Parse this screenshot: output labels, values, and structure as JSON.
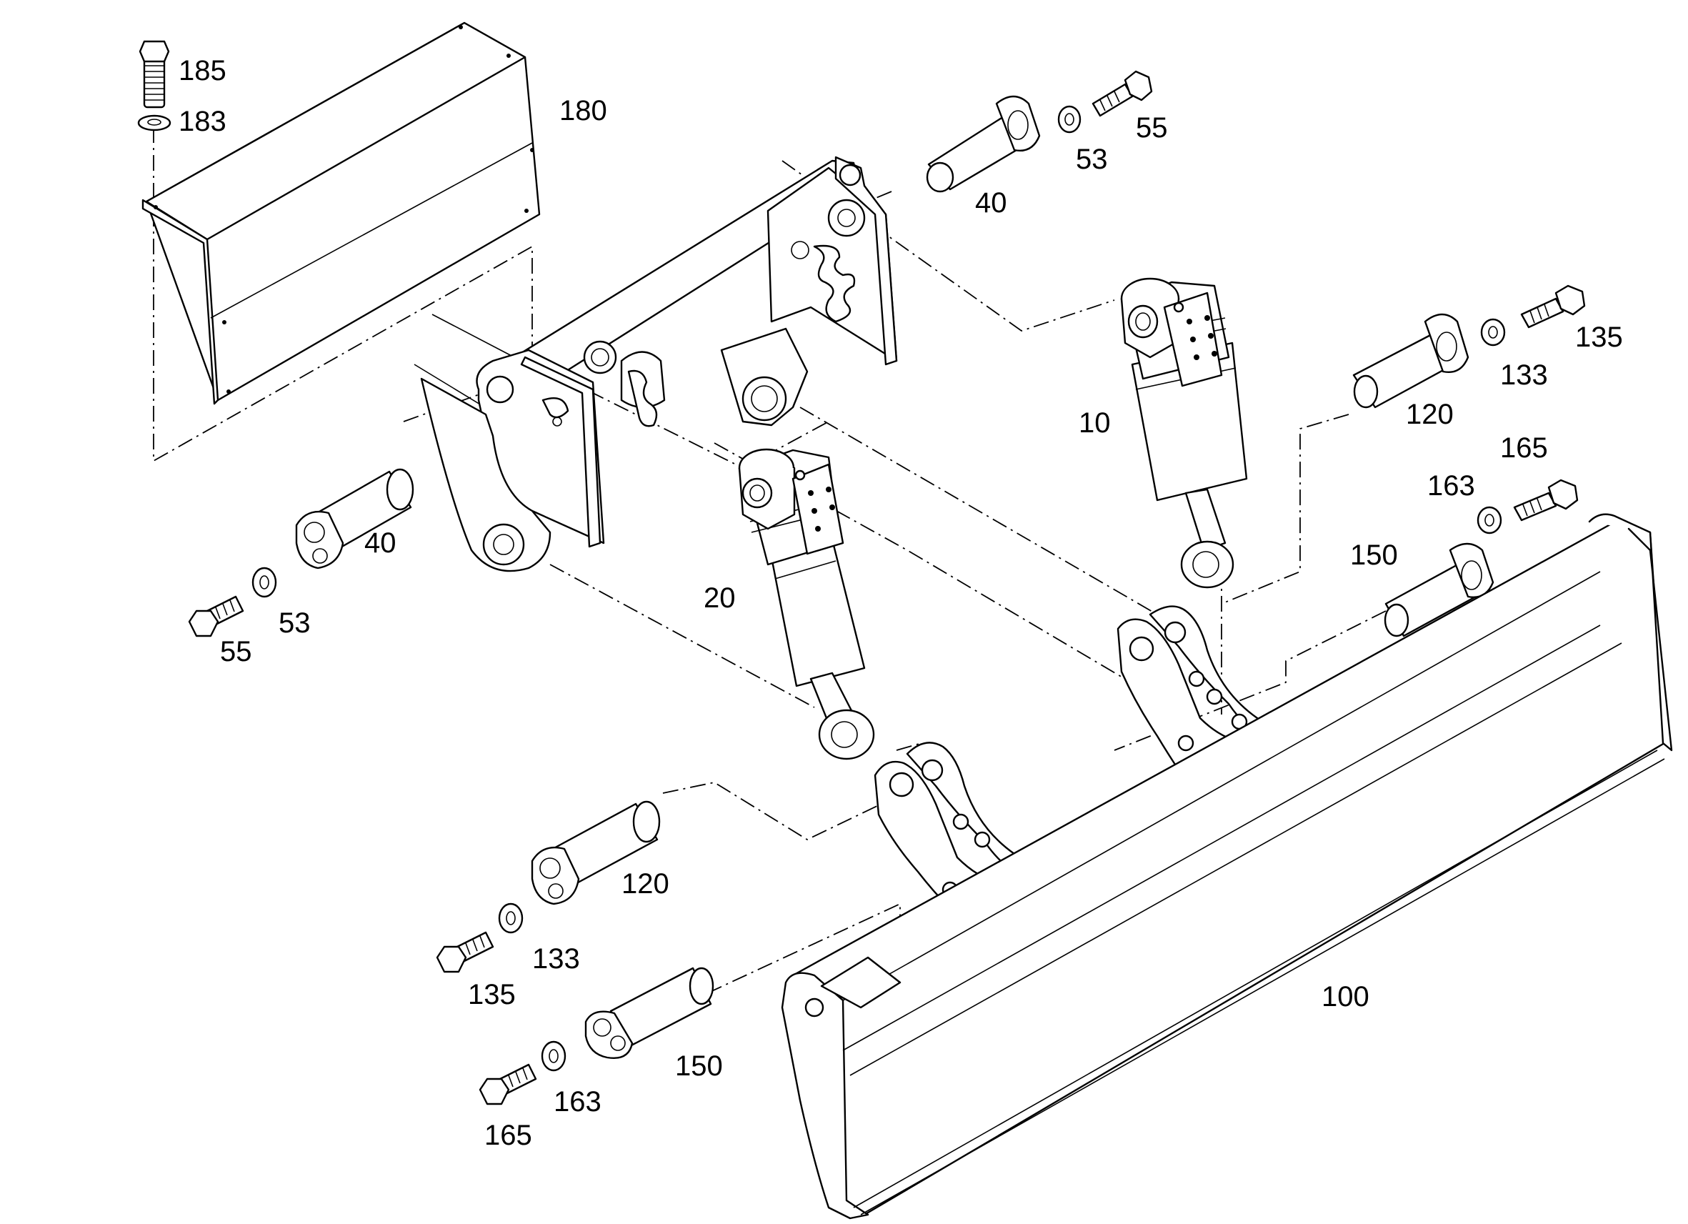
{
  "colors": {
    "ink": "#000000",
    "paper": "#ffffff"
  },
  "callouts": {
    "c185": "185",
    "c183": "183",
    "c180": "180",
    "c40_top": "40",
    "c53_top": "53",
    "c55_top": "55",
    "c135_right": "135",
    "c133_right": "133",
    "c120_right": "120",
    "c10": "10",
    "c165_right": "165",
    "c163_right": "163",
    "c150_right": "150",
    "c40_left": "40",
    "c53_left": "53",
    "c55_left": "55",
    "c20": "20",
    "c120_bottom": "120",
    "c133_bottom": "133",
    "c135_bottom": "135",
    "c150_bottom": "150",
    "c163_bottom": "163",
    "c165_bottom": "165",
    "c100": "100"
  }
}
